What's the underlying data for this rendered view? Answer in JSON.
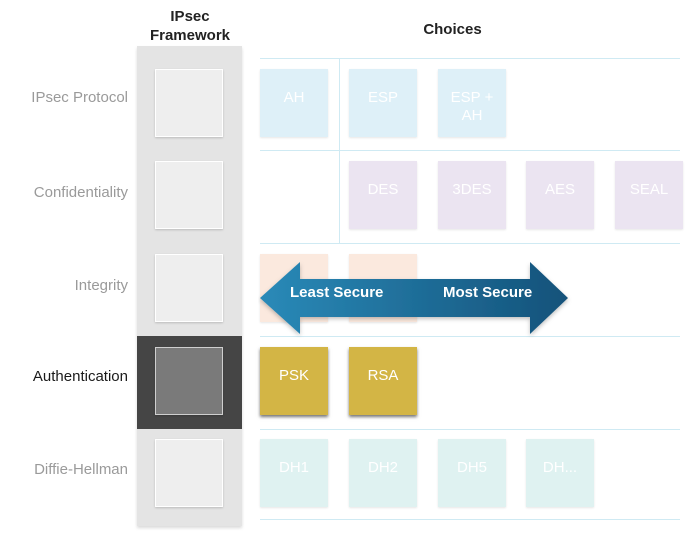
{
  "headers": {
    "framework": "IPsec\nFramework",
    "choices": "Choices"
  },
  "rows": [
    {
      "label": "IPsec Protocol",
      "chips": [
        "AH",
        "ESP",
        "ESP +\nAH"
      ]
    },
    {
      "label": "Confidentiality",
      "chips": [
        "DES",
        "3DES",
        "AES",
        "SEAL"
      ]
    },
    {
      "label": "Integrity",
      "chips": [
        "",
        ""
      ]
    },
    {
      "label": "Authentication",
      "chips": [
        "PSK",
        "RSA"
      ]
    },
    {
      "label": "Diffie-Hellman",
      "chips": [
        "DH1",
        "DH2",
        "DH5",
        "DH..."
      ]
    }
  ],
  "arrow": {
    "left_label": "Least Secure",
    "right_label": "Most Secure",
    "color_dark": "#14527a",
    "color_light": "#2a8ab8"
  },
  "colors": {
    "protocol": "#def0f8",
    "confidentiality": "#ebe4f1",
    "integrity": "#fbe9de",
    "authentication": "#d3b545",
    "diffie_hellman": "#dff2f1",
    "active_band": "#454545"
  },
  "active_row": "Authentication"
}
